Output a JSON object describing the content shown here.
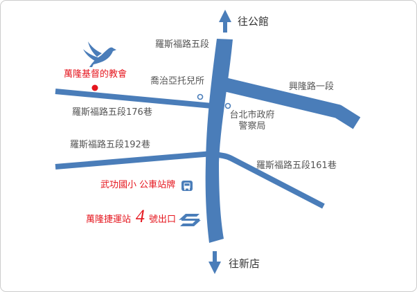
{
  "map": {
    "directions": {
      "north": {
        "label": "往公館",
        "icon": "arrow-up-icon"
      },
      "south": {
        "label": "往新店",
        "icon": "arrow-down-icon"
      }
    },
    "roads": {
      "main": "羅斯福路五段",
      "xinglong": "興隆路一段",
      "lane_176": "羅斯福路五段176巷",
      "lane_192": "羅斯福路五段192巷",
      "lane_161": "羅斯福路五段161巷"
    },
    "landmarks": {
      "church": {
        "label": "萬隆基督的教會",
        "icon": "dove-icon",
        "marker": "red-dot-marker"
      },
      "kindergarten": {
        "label": "喬治亞托兒所",
        "marker": "ring-marker"
      },
      "police": {
        "line1": "台北市政府",
        "line2": "警察局",
        "marker": "ring-marker"
      },
      "bus_stop": {
        "label": "武功國小 公車站牌",
        "icon": "bus-icon"
      },
      "mrt_exit": {
        "station": "萬隆捷運站",
        "exit_number": "4",
        "suffix": "號出口",
        "icon": "mrt-logo-icon"
      }
    }
  },
  "colors": {
    "road": "#4a7db9",
    "highlight_text": "#e5161e",
    "label_text": "#555555",
    "direction_text": "#333333",
    "border": "#cccccc",
    "background": "#ffffff"
  }
}
